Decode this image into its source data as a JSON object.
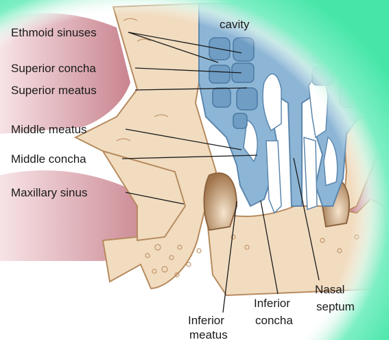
{
  "labels": {
    "ethmoid_sinuses": "Ethmoid sinuses",
    "superior_concha": "Superior concha",
    "superior_meatus": "Superior meatus",
    "middle_meatus": "Middle meatus",
    "middle_concha": "Middle concha",
    "maxillary_sinus": "Maxillary sinus",
    "cavity": "cavity",
    "nasal_line1": "Nasal",
    "nasal_line2": "septum",
    "inferior_concha_line1": "Inferior",
    "inferior_concha_line2": "concha",
    "inferior_meatus_line1": "Inferior",
    "inferior_meatus_line2": "meatus"
  },
  "colors": {
    "nasal_mucosa_blue": "#8db6d6",
    "airway_white": "#ffffff",
    "bone_tan": "#f1dcc0",
    "flesh_pink": "#d8a4ac",
    "vignette_green": "#5fe8b4",
    "label_text": "#1a1a1a"
  }
}
